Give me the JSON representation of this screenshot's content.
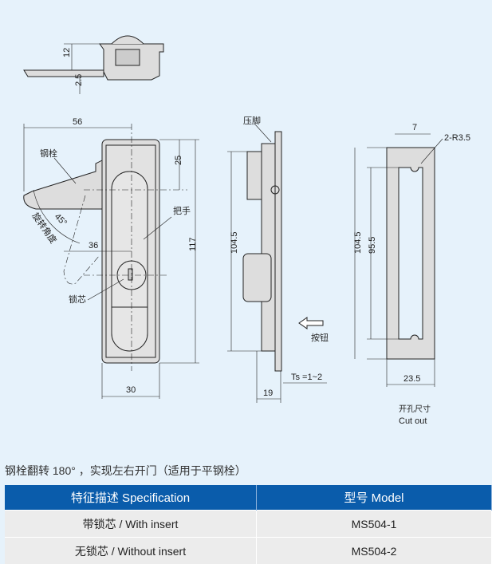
{
  "drawing": {
    "top_view": {
      "dim_height": "12",
      "dim_thickness": "2.5"
    },
    "front_view": {
      "dim_width_swing": "56",
      "dim_top": "25",
      "dim_height": "117",
      "dim_width": "30",
      "dim_pivot": "36",
      "label_bolt": "钢栓",
      "label_handle": "把手",
      "label_lock": "锁芯",
      "label_rotation": "旋转角度",
      "angle": "45°"
    },
    "side_view": {
      "label_clamp": "压脚",
      "dim_height": "104.5",
      "label_button": "按钮",
      "thickness": "Ts =1~2",
      "dim_depth": "19"
    },
    "cutout": {
      "dim_notch": "7",
      "radius": "2-R3.5",
      "dim_outer": "104.5",
      "dim_inner": "95.5",
      "dim_width": "23.5",
      "title_cn": "开孔尺寸",
      "title_en": "Cut out"
    }
  },
  "caption": "钢栓翻转 180° ，实现左右开门（适用于平钢栓）",
  "table": {
    "headers": [
      "特征描述 Specification",
      "型号 Model"
    ],
    "rows": [
      [
        "带锁芯 / With insert",
        "MS504-1"
      ],
      [
        "无锁芯 / Without insert",
        "MS504-2"
      ]
    ]
  }
}
